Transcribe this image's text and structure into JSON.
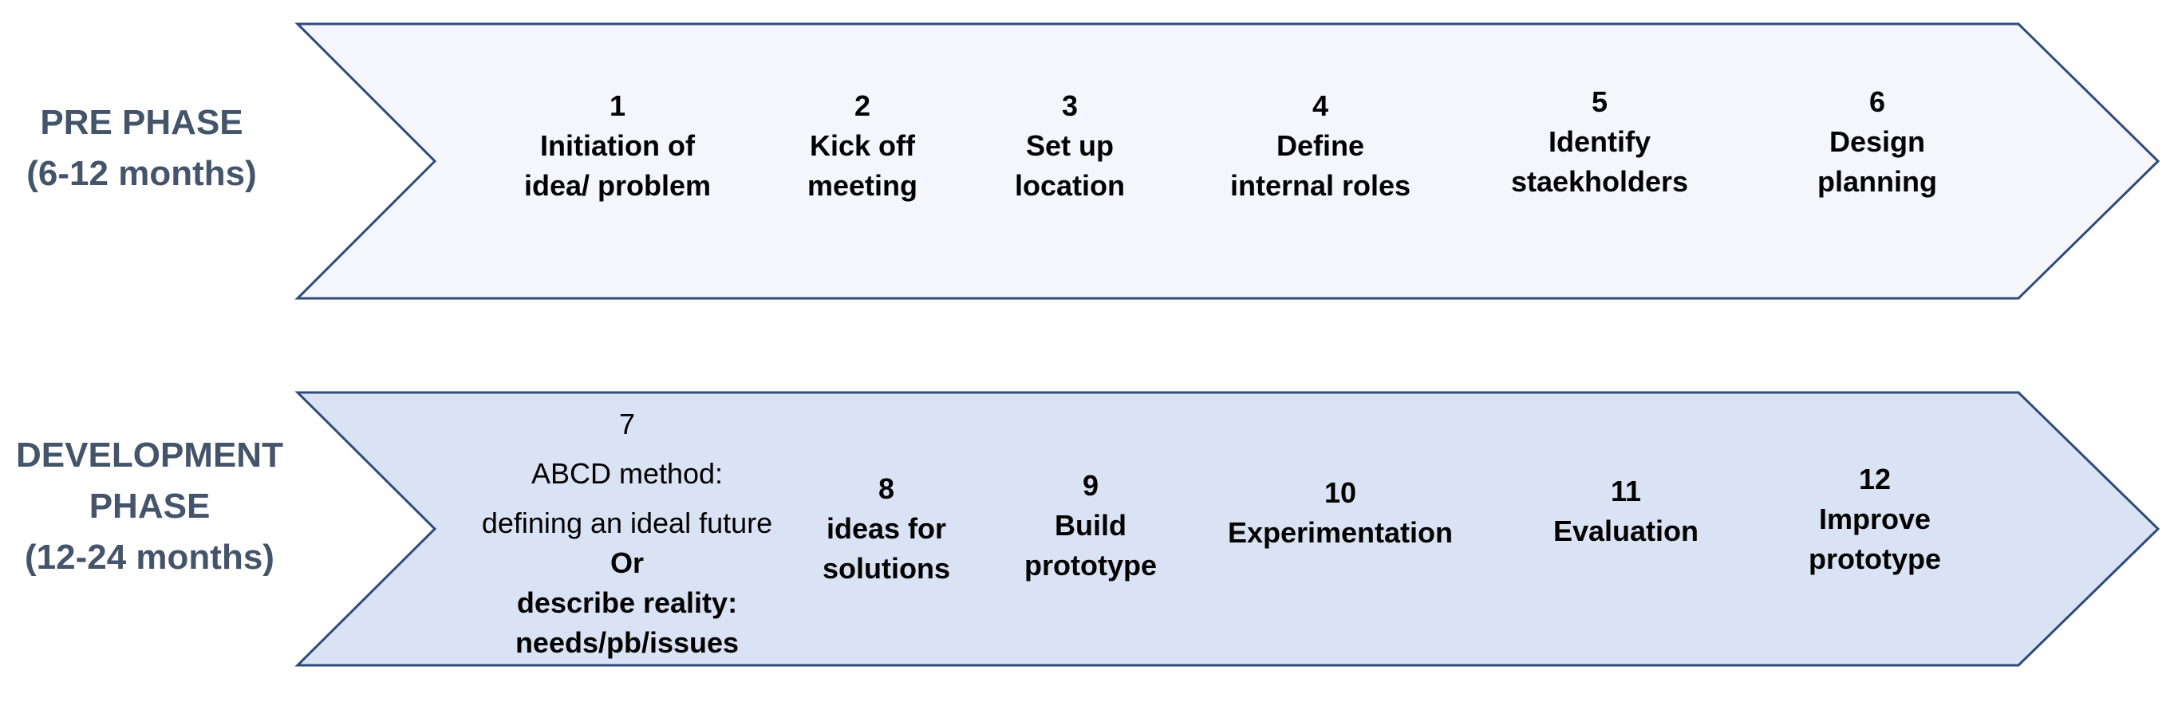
{
  "colors": {
    "pre_phase_fill": "#f4f6fc",
    "development_phase_fill": "#dae3f3",
    "arrow_stroke": "#2f4b7c",
    "phase_label": "#44546a",
    "step_text": "#000000"
  },
  "pre_phase": {
    "label_line1": "PRE PHASE",
    "label_line2": "(6-12 months)",
    "steps": [
      {
        "number": "1",
        "line1": "Initiation of",
        "line2": "idea/ problem"
      },
      {
        "number": "2",
        "line1": "Kick off",
        "line2": "meeting"
      },
      {
        "number": "3",
        "line1": "Set up",
        "line2": "location"
      },
      {
        "number": "4",
        "line1": "Define",
        "line2": "internal roles"
      },
      {
        "number": "5",
        "line1": "Identify",
        "line2": "staekholders"
      },
      {
        "number": "6",
        "line1": "Design",
        "line2": "planning"
      }
    ]
  },
  "development_phase": {
    "label_line1": "DEVELOPMENT",
    "label_line2": "PHASE",
    "label_line3": "(12-24 months)",
    "step7": {
      "number": "7",
      "line1": "ABCD method:",
      "line2": "defining an ideal future",
      "line3": "Or",
      "line4": "describe reality:",
      "line5": "needs/pb/issues"
    },
    "steps": [
      {
        "number": "8",
        "line1": "ideas for",
        "line2": "solutions"
      },
      {
        "number": "9",
        "line1": "Build",
        "line2": "prototype"
      },
      {
        "number": "10",
        "line1": "Experimentation"
      },
      {
        "number": "11",
        "line1": "Evaluation"
      },
      {
        "number": "12",
        "line1": "Improve",
        "line2": "prototype"
      }
    ]
  }
}
